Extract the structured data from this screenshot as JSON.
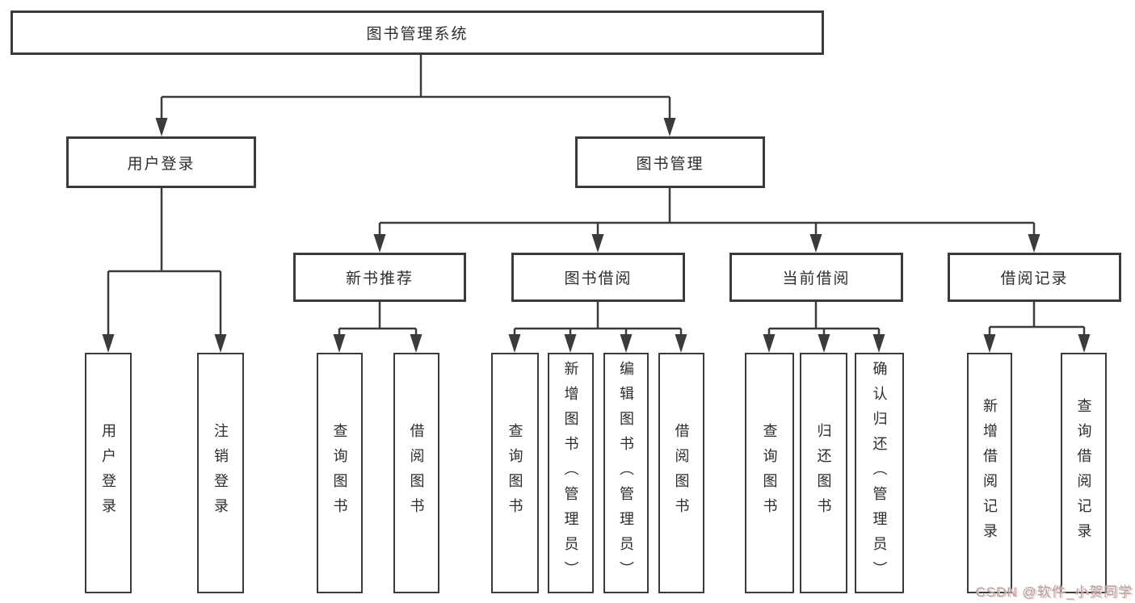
{
  "diagram": {
    "type": "tree-structure-diagram",
    "nodes": {
      "root": "图书管理系统",
      "user_login": "用户登录",
      "book_management": "图书管理",
      "new_book_recommend": "新书推荐",
      "book_borrowing": "图书借阅",
      "current_borrowing": "当前借阅",
      "borrowing_records": "借阅记录",
      "leaf_user_login": "用户登录",
      "leaf_logout": "注销登录",
      "nbr_query_books": "查询图书",
      "nbr_borrow_books": "借阅图书",
      "bb_query_books": "查询图书",
      "bb_add_books_admin": "新增图书（管理员）",
      "bb_edit_books_admin": "编辑图书（管理员）",
      "bb_borrow_books": "借阅图书",
      "cb_query_books": "查询图书",
      "cb_return_books": "归还图书",
      "cb_confirm_return_admin": "确认归还（管理员）",
      "br_add_record": "新增借阅记录",
      "br_query_record": "查询借阅记录"
    },
    "hierarchy": {
      "图书管理系统": {
        "用户登录": [
          "用户登录",
          "注销登录"
        ],
        "图书管理": {
          "新书推荐": [
            "查询图书",
            "借阅图书"
          ],
          "图书借阅": [
            "查询图书",
            "新增图书（管理员）",
            "编辑图书（管理员）",
            "借阅图书"
          ],
          "当前借阅": [
            "查询图书",
            "归还图书",
            "确认归还（管理员）"
          ],
          "借阅记录": [
            "新增借阅记录",
            "查询借阅记录"
          ]
        }
      }
    },
    "colors": {
      "line": "#3b3b3b",
      "box_border": "#3b3b3b",
      "box_fill": "#ffffff",
      "text": "#2d2d2d",
      "background": "#ffffff",
      "watermark_text": "#a8a8a8",
      "watermark_shadow": "#f2bcbc"
    },
    "watermark": "CSDN @软件_小贺同学"
  }
}
